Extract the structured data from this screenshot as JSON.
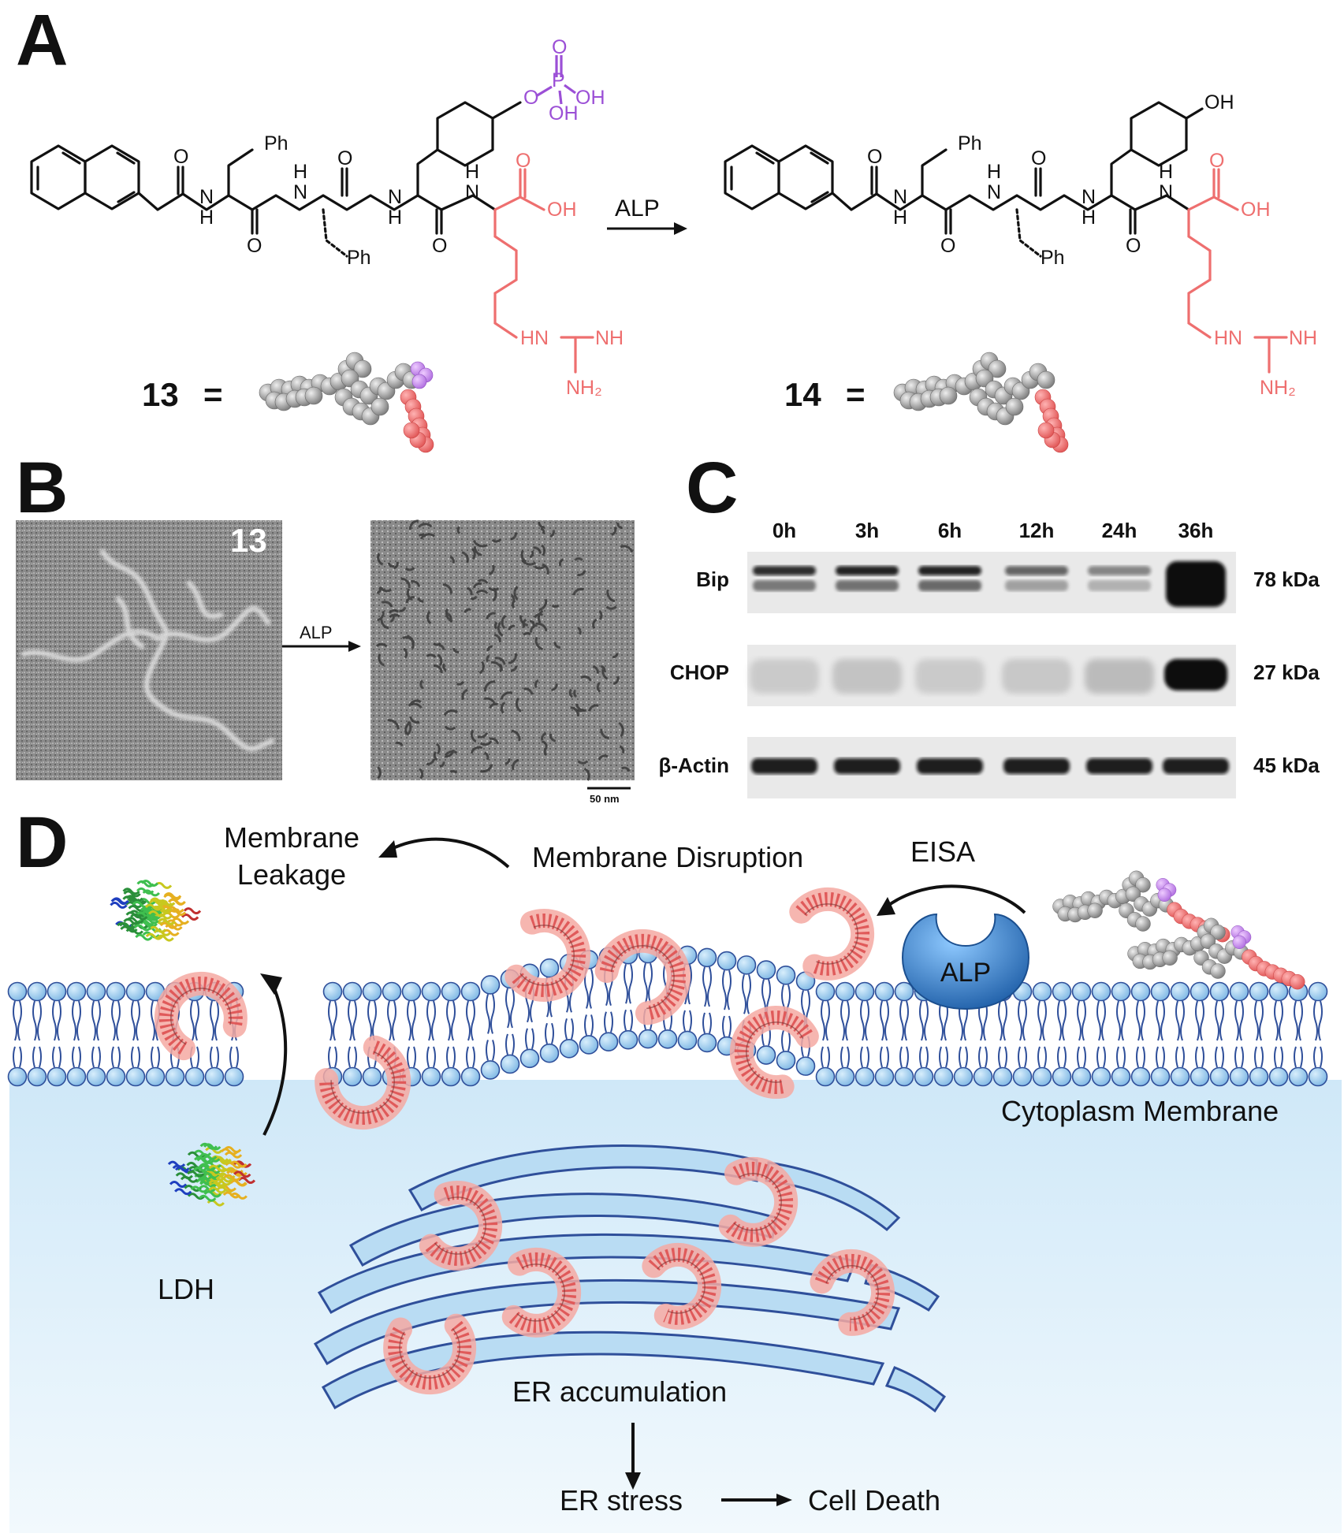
{
  "panels": {
    "a": "A",
    "b": "B",
    "c": "C",
    "d": "D"
  },
  "panel_a": {
    "enzyme": "ALP",
    "compound_left": "13",
    "compound_right": "14",
    "equals": "=",
    "atoms": {
      "ph": "Ph",
      "o": "O",
      "n": "N",
      "h": "H",
      "nh": "NH",
      "hn": "HN",
      "oh": "OH",
      "p": "P",
      "nh2": "NH₂"
    }
  },
  "panel_b": {
    "image_label": "13",
    "arrow_label": "ALP",
    "scale_bar": "50 nm"
  },
  "panel_c": {
    "lanes": [
      "0h",
      "3h",
      "6h",
      "12h",
      "24h",
      "36h"
    ],
    "rows": [
      {
        "name": "Bip",
        "mw": "78 kDa"
      },
      {
        "name": "CHOP",
        "mw": "27 kDa"
      },
      {
        "name": "β-Actin",
        "mw": "45 kDa"
      }
    ]
  },
  "panel_d": {
    "membrane_leakage_1": "Membrane",
    "membrane_leakage_2": "Leakage",
    "membrane_disruption": "Membrane Disruption",
    "eisa": "EISA",
    "alp": "ALP",
    "cytoplasm_membrane": "Cytoplasm Membrane",
    "ldh": "LDH",
    "er_accumulation": "ER accumulation",
    "er_stress": "ER stress",
    "cell_death": "Cell Death"
  },
  "colors": {
    "phosphate": "#9b4fd6",
    "arginine": "#ee6f6f",
    "membrane_head": "#a9d4f2",
    "cytoplasm": "#d6ecf8",
    "alp_enzyme": "#2f86d0"
  }
}
